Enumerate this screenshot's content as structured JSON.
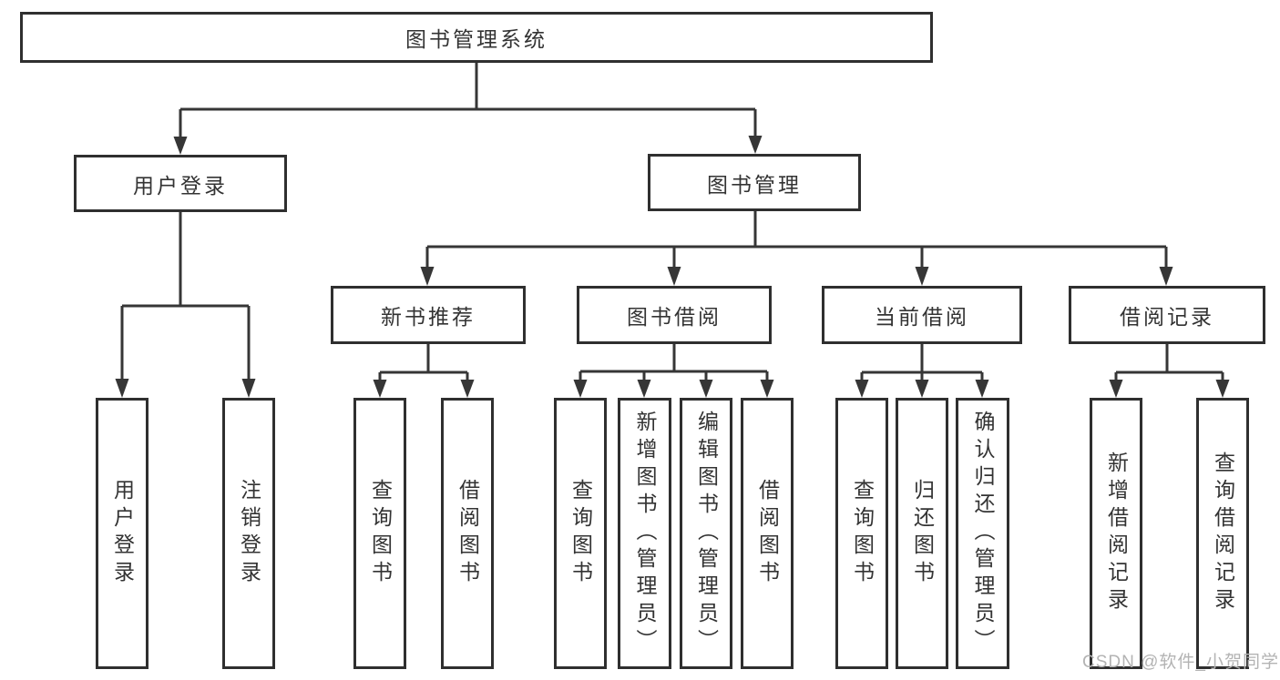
{
  "tree": {
    "label": "图书管理系统",
    "children": [
      {
        "label": "用户登录",
        "children": [
          {
            "label": "用户登录"
          },
          {
            "label": "注销登录"
          }
        ]
      },
      {
        "label": "图书管理",
        "children": [
          {
            "label": "新书推荐",
            "children": [
              {
                "label": "查询图书"
              },
              {
                "label": "借阅图书"
              }
            ]
          },
          {
            "label": "图书借阅",
            "children": [
              {
                "label": "查询图书"
              },
              {
                "label": "新增图书（管理员）"
              },
              {
                "label": "编辑图书（管理员）"
              },
              {
                "label": "借阅图书"
              }
            ]
          },
          {
            "label": "当前借阅",
            "children": [
              {
                "label": "查询图书"
              },
              {
                "label": "归还图书"
              },
              {
                "label": "确认归还（管理员）"
              }
            ]
          },
          {
            "label": "借阅记录",
            "children": [
              {
                "label": "新增借阅记录"
              },
              {
                "label": "查询借阅记录"
              }
            ]
          }
        ]
      }
    ]
  },
  "watermark": {
    "text": "CSDN @软件_小贺同学"
  },
  "colors": {
    "line": "#363636",
    "box_border": "#2f2f2f",
    "text": "#333333",
    "watermark": "#b3b3b3",
    "background": "#ffffff"
  }
}
